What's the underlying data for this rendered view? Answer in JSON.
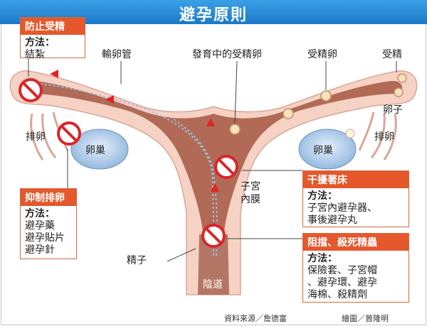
{
  "title": "避孕原則",
  "labels": {
    "fallopian_tube": "輸卵管",
    "developing_egg": "發育中的受精卵",
    "fertilized_egg": "受精卵",
    "fertilization": "受精",
    "ovum": "卵子",
    "ovulation_left": "排卵",
    "ovulation_right": "排卵",
    "ovary_left": "卵巢",
    "ovary_right": "卵巢",
    "endometrium_1": "子宮",
    "endometrium_2": "內膜",
    "sperm": "精子",
    "vagina": "陰道"
  },
  "boxes": {
    "prevent_fertilization": {
      "heading": "防止受精",
      "method_label": "方法：",
      "lines": [
        "結紮"
      ]
    },
    "suppress_ovulation": {
      "heading": "抑制排卵",
      "method_label": "方法：",
      "lines": [
        "避孕藥",
        "避孕貼片",
        "避孕針"
      ]
    },
    "prevent_implantation": {
      "heading": "干擾著床",
      "method_label": "方法：",
      "lines": [
        "子宮內避孕器、",
        "事後避孕丸"
      ]
    },
    "block_kill_sperm": {
      "heading": "阻擋、殺死精蟲",
      "method_label": "方法：",
      "lines": [
        "保險套、子宮帽",
        "、避孕環、避孕",
        "海棉、殺精劑"
      ]
    }
  },
  "credits": {
    "source": "資料來源／詹德富",
    "illustration": "繪圖／曾隆明"
  },
  "colors": {
    "title_bar": "#2a8ad6",
    "uterus_outer": "#f6d2c4",
    "uterus_inner": "#b06a55",
    "ovary": "#a9c6e6",
    "box_heading": "#e4582c",
    "no_sign": "#d9262a",
    "sperm": "#8fb0d0"
  },
  "icons": [
    "no-entry-icon",
    "arrow-icon",
    "sperm-icon",
    "egg-icon"
  ]
}
